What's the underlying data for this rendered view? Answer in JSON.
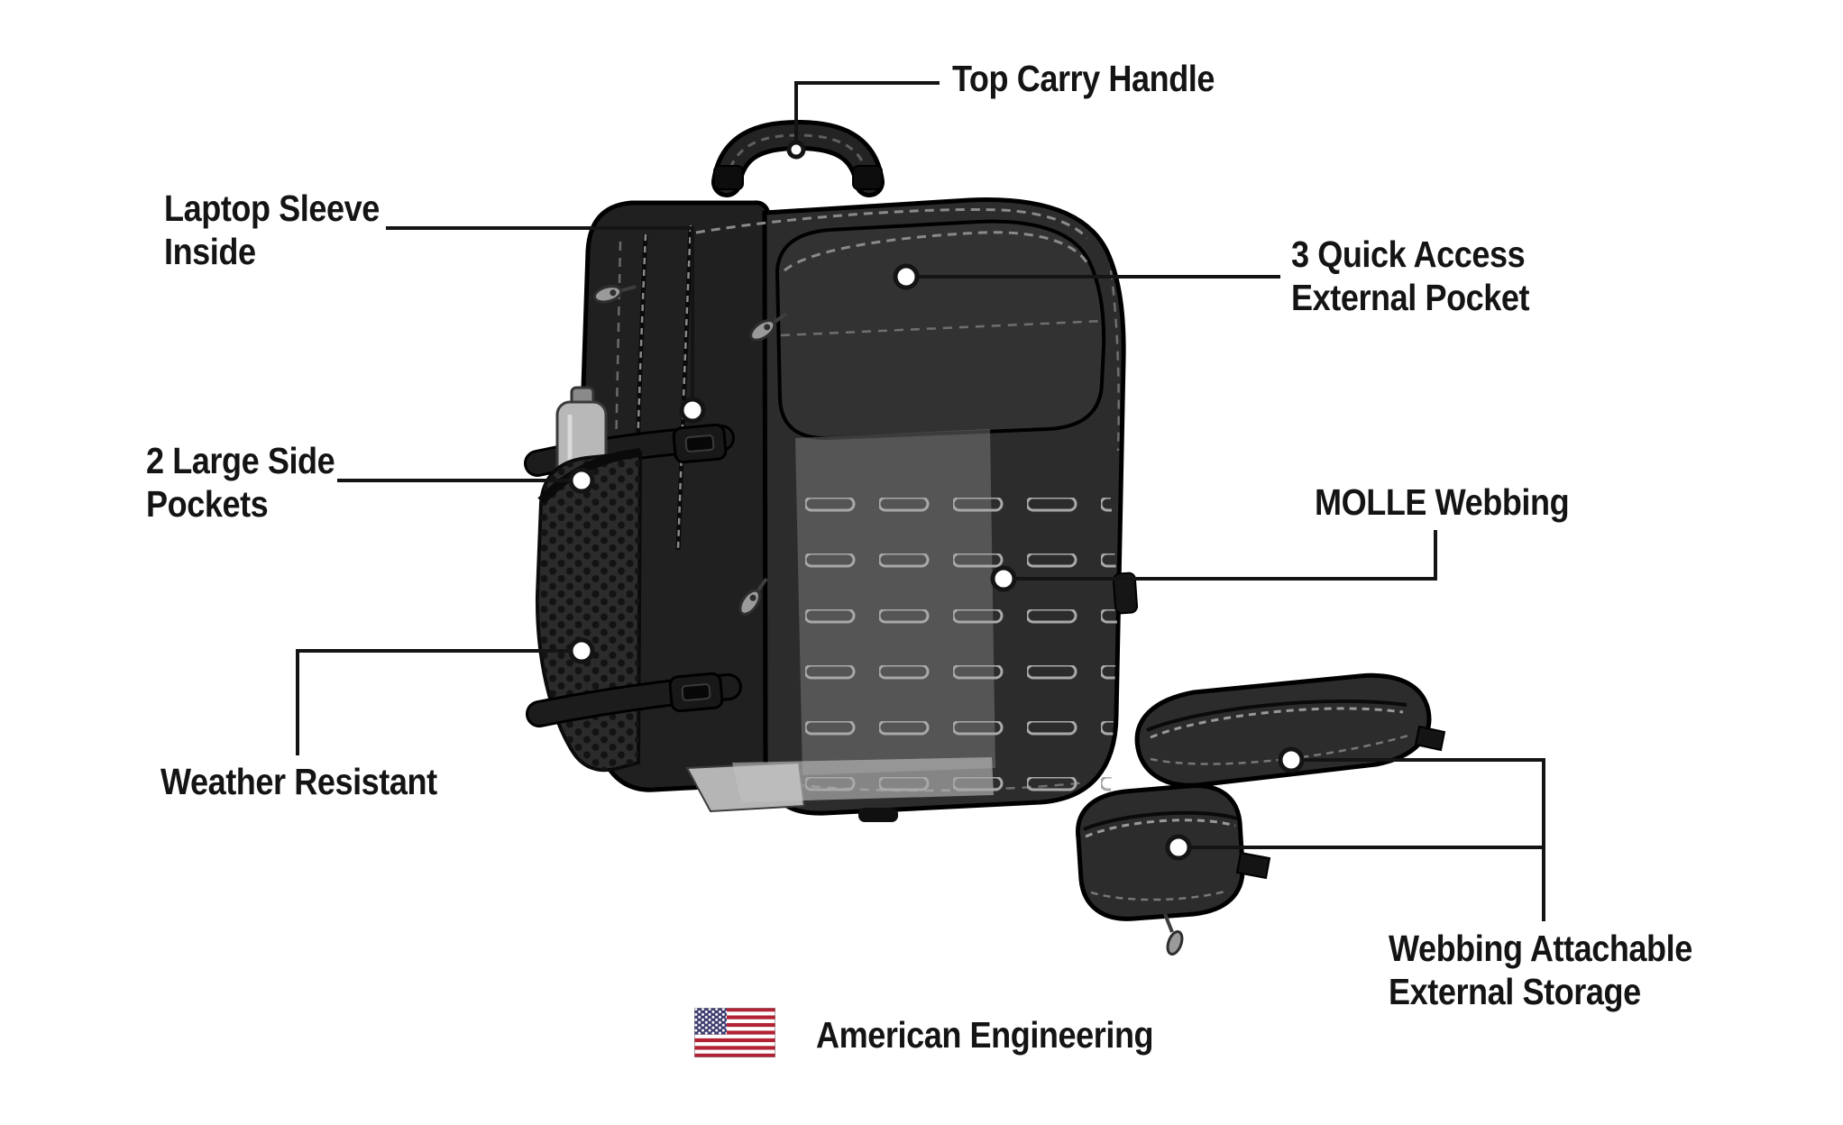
{
  "page": {
    "background": "#ffffff"
  },
  "colors": {
    "callout_line": "#141414",
    "text": "#141414",
    "bag_body": "#2c2c2c",
    "molle_slot_outline": "#a8a8a8",
    "flag_red": "#b22234",
    "flag_blue": "#3c3b6e"
  },
  "callouts": {
    "handle": {
      "label": "Top Carry Handle"
    },
    "laptop": {
      "line1": "Laptop Sleeve",
      "line2": "Inside"
    },
    "quick_access": {
      "line1": "3 Quick Access",
      "line2": "External Pocket"
    },
    "side_pockets": {
      "line1": "2 Large Side",
      "line2": "Pockets"
    },
    "molle": {
      "label": "MOLLE Webbing"
    },
    "weather": {
      "label": "Weather Resistant"
    },
    "webbing_storage": {
      "line1": "Webbing Attachable",
      "line2": "External Storage"
    }
  },
  "footer": {
    "label": "American Engineering",
    "flag_icon": "us-flag-icon"
  }
}
